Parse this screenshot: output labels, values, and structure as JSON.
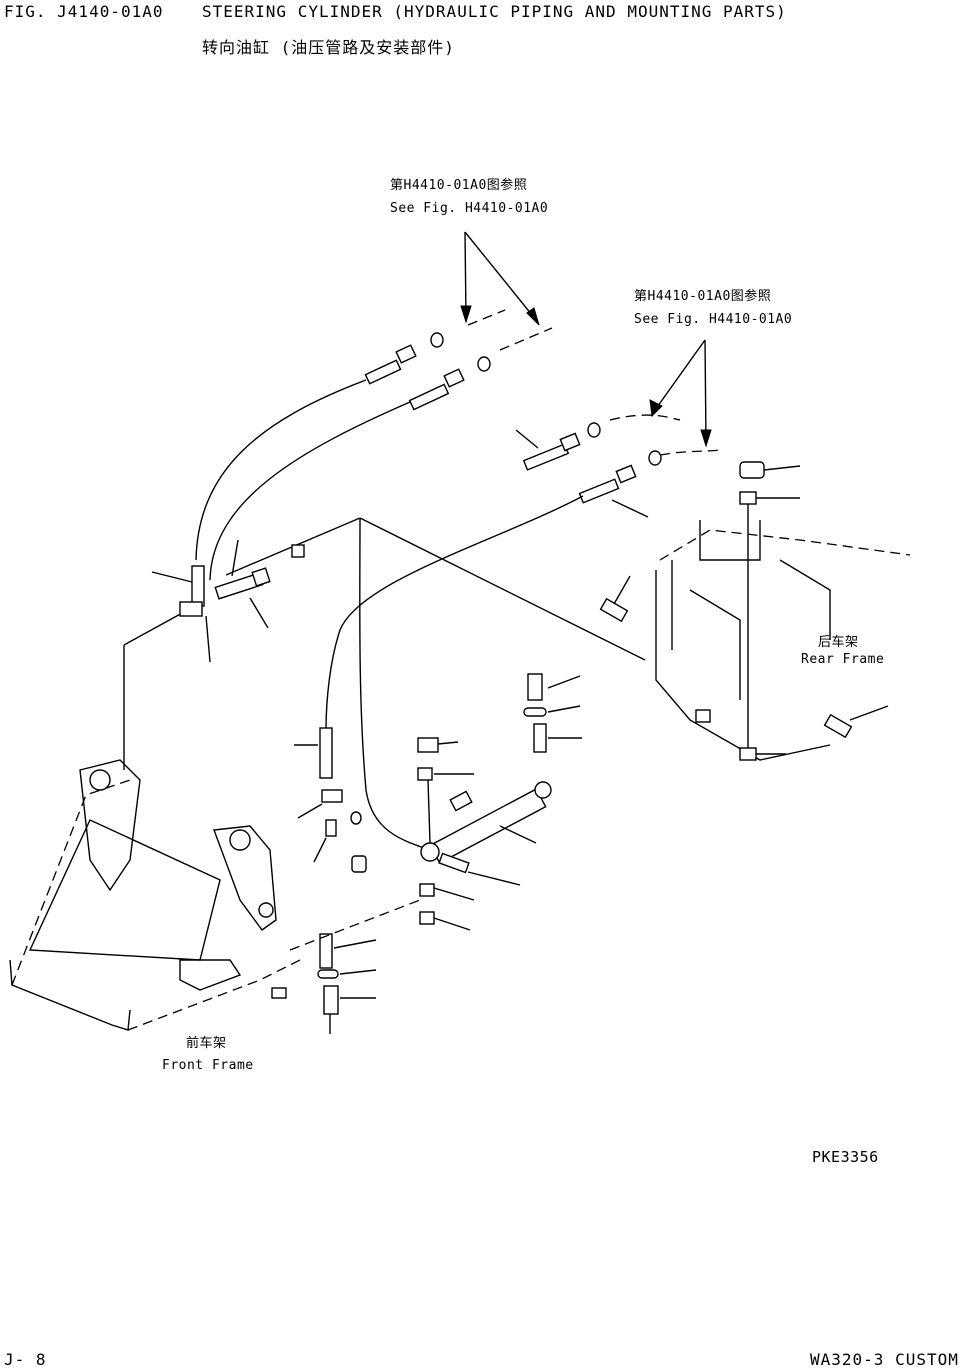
{
  "header": {
    "fig_label": "FIG. J4140-01A0",
    "title_en": "STEERING CYLINDER (HYDRAULIC PIPING AND MOUNTING PARTS)",
    "title_cn": "转向油缸 (油压管路及安装部件)"
  },
  "references": {
    "ref1_cn": "第H4410-01A0图参照",
    "ref1_en": "See Fig. H4410-01A0",
    "ref2_cn": "第H4410-01A0图参照",
    "ref2_en": "See Fig. H4410-01A0"
  },
  "labels": {
    "rear_frame_cn": "后车架",
    "rear_frame_en": "Rear Frame",
    "front_frame_cn": "前车架",
    "front_frame_en": "Front Frame"
  },
  "drawing_code": "PKE3356",
  "footer": {
    "page": "J-  8",
    "model": "WA320-3 CUSTOM"
  }
}
